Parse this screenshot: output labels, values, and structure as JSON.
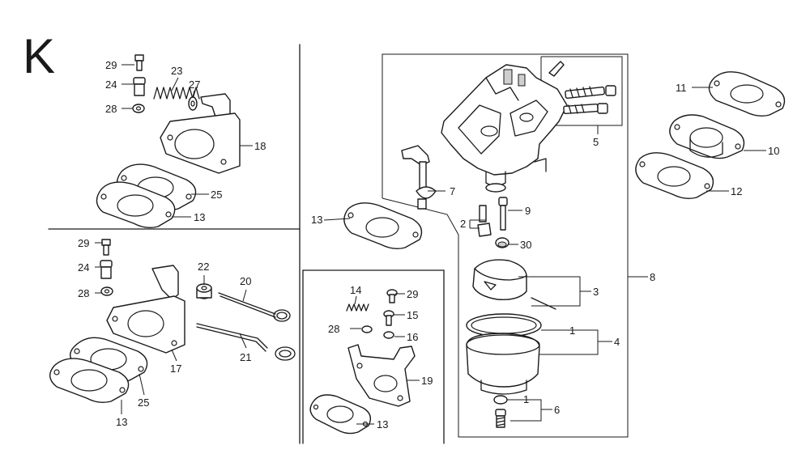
{
  "section_letter": "K",
  "callouts": {
    "c1a": "1",
    "c1b": "1",
    "c2": "2",
    "c3": "3",
    "c4": "4",
    "c5": "5",
    "c6": "6",
    "c7": "7",
    "c8": "8",
    "c9": "9",
    "c10": "10",
    "c11": "11",
    "c12": "12",
    "c13a": "13",
    "c13b": "13",
    "c13c": "13",
    "c13d": "13",
    "c14": "14",
    "c15": "15",
    "c16": "16",
    "c17": "17",
    "c18": "18",
    "c19": "19",
    "c20": "20",
    "c21": "21",
    "c22": "22",
    "c23": "23",
    "c24a": "24",
    "c24b": "24",
    "c25a": "25",
    "c25b": "25",
    "c27": "27",
    "c28a": "28",
    "c28b": "28",
    "c28c": "28",
    "c29a": "29",
    "c29b": "29",
    "c29c": "29",
    "c30": "30"
  }
}
